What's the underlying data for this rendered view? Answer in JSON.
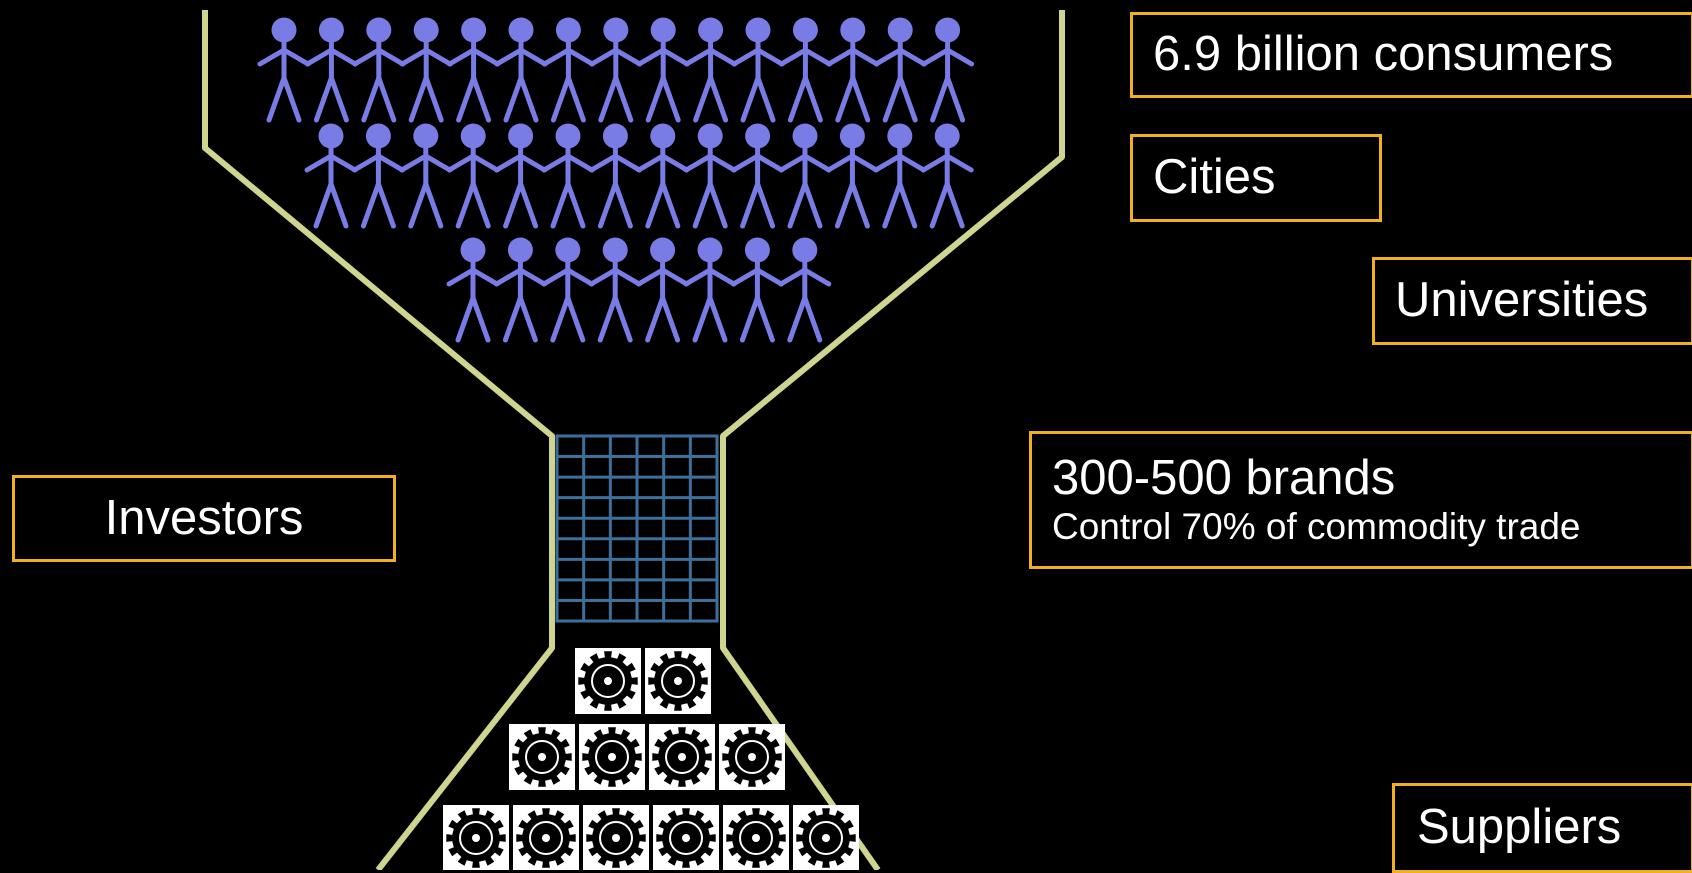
{
  "diagram": {
    "consumer_rows": [
      15,
      14,
      8
    ],
    "brand_grid": {
      "cols": 6,
      "rows": 9
    },
    "supplier_rows": [
      2,
      4,
      6
    ]
  },
  "labels": {
    "consumers": "6.9 billion consumers",
    "cities": "Cities",
    "universities": "Universities",
    "brands_title": "300-500 brands",
    "brands_subtitle": "Control 70% of commodity trade",
    "investors": "Investors",
    "suppliers": "Suppliers"
  },
  "colors": {
    "background": "#000000",
    "box_border": "#f2b01e",
    "box_text": "#ffffff",
    "funnel_line": "#cfd58f",
    "people": "#7a7ce6",
    "grid": "#3c6f9c",
    "gear_tile": "#ffffff",
    "gear": "#000000"
  }
}
